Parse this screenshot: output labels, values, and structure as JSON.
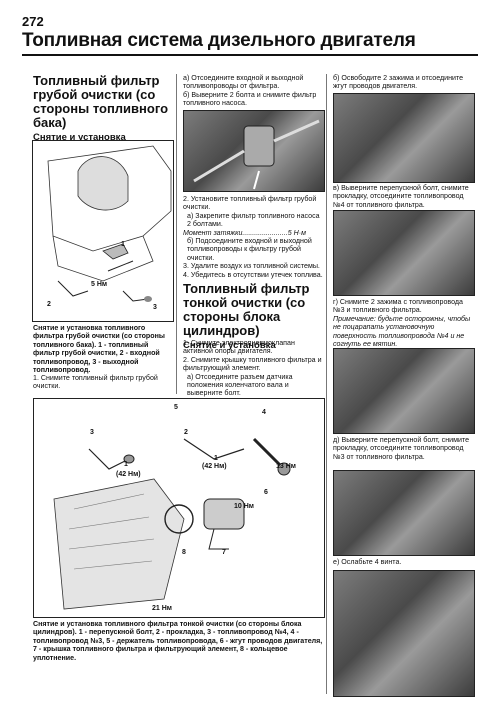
{
  "page_number": "272",
  "page_title": "Топливная система дизельного двигателя",
  "left": {
    "section_title": "Топливный фильтр грубой очистки (со стороны топливного бака)",
    "subtitle": "Снятие и установка",
    "fig_labels": {
      "l1": "1",
      "l2": "2",
      "l3": "3",
      "torque": "5 Нм"
    },
    "caption": "Снятие и установка топливного фильтра грубой очистки (со стороны топливного бака). 1 - топливный фильтр грубой очистки, 2 - входной топливопровод, 3 - выходной топливопровод.",
    "step1": "1. Снимите топливный фильтр грубой очистки."
  },
  "middle": {
    "steps_top": [
      "а) Отсоедините входной и выходной топливопроводы от фильтра.",
      "б) Выверните 2 болта и снимите фильтр топливного насоса."
    ],
    "steps_after_fig": [
      "2. Установите топливный фильтр грубой очистки.",
      "а) Закрепите фильтр топливного насоса 2 болтами.",
      "Момент затяжки.......................5 Н·м",
      "б) Подсоедините входной и выходной топливопроводы к фильтру грубой очистки.",
      "3. Удалите воздух из топливной системы.",
      "4. Убедитесь в отсутствии утечек топлива."
    ],
    "section_title": "Топливный фильтр тонкой очистки (со стороны блока цилиндров)",
    "subtitle": "Снятие и установка",
    "steps_bottom": [
      "1. Снимите электропневмоклапан активной опоры двигателя.",
      "2. Снимите крышку топливного фильтра и фильтрующий элемент.",
      "а) Отсоедините разъем датчика положения коленчатого вала и выверните болт."
    ]
  },
  "right": {
    "steps": [
      "б) Освободите 2 зажима и отсоедините жгут проводов двигателя.",
      "в) Выверните перепускной болт, снимите прокладку, отсоедините топливопровод №4 от топливного фильтра.",
      "г) Снимите 2 зажима с топливопровода №3 и топливного фильтра.",
      "Примечание: будьте осторожны, чтобы не поцарапать установочную поверхность топливопровода №4 и не согнуть ее мятин.",
      "д) Выверните перепускной болт, снимите прокладку, отсоедините топливопровод №3 от топливного фильтра.",
      "е) Ослабьте 4 винта."
    ]
  },
  "big_fig": {
    "labels": [
      "3",
      "5",
      "2",
      "4",
      "1",
      "(42 Нм)",
      "1",
      "(42 Нм)",
      "13 Нм",
      "10 Нм",
      "6",
      "7",
      "8",
      "21 Нм"
    ],
    "caption": "Снятие и установка топливного фильтра тонкой очистки (со стороны блока цилиндров). 1 - перепускной болт, 2 - прокладка, 3 - топливопровод №4, 4 - топливопровод №3, 5 - держатель топливопровода, 6 - жгут проводов двигателя, 7 - крышка топливного фильтра и фильтрующий элемент, 8 - кольцевое уплотнение."
  }
}
